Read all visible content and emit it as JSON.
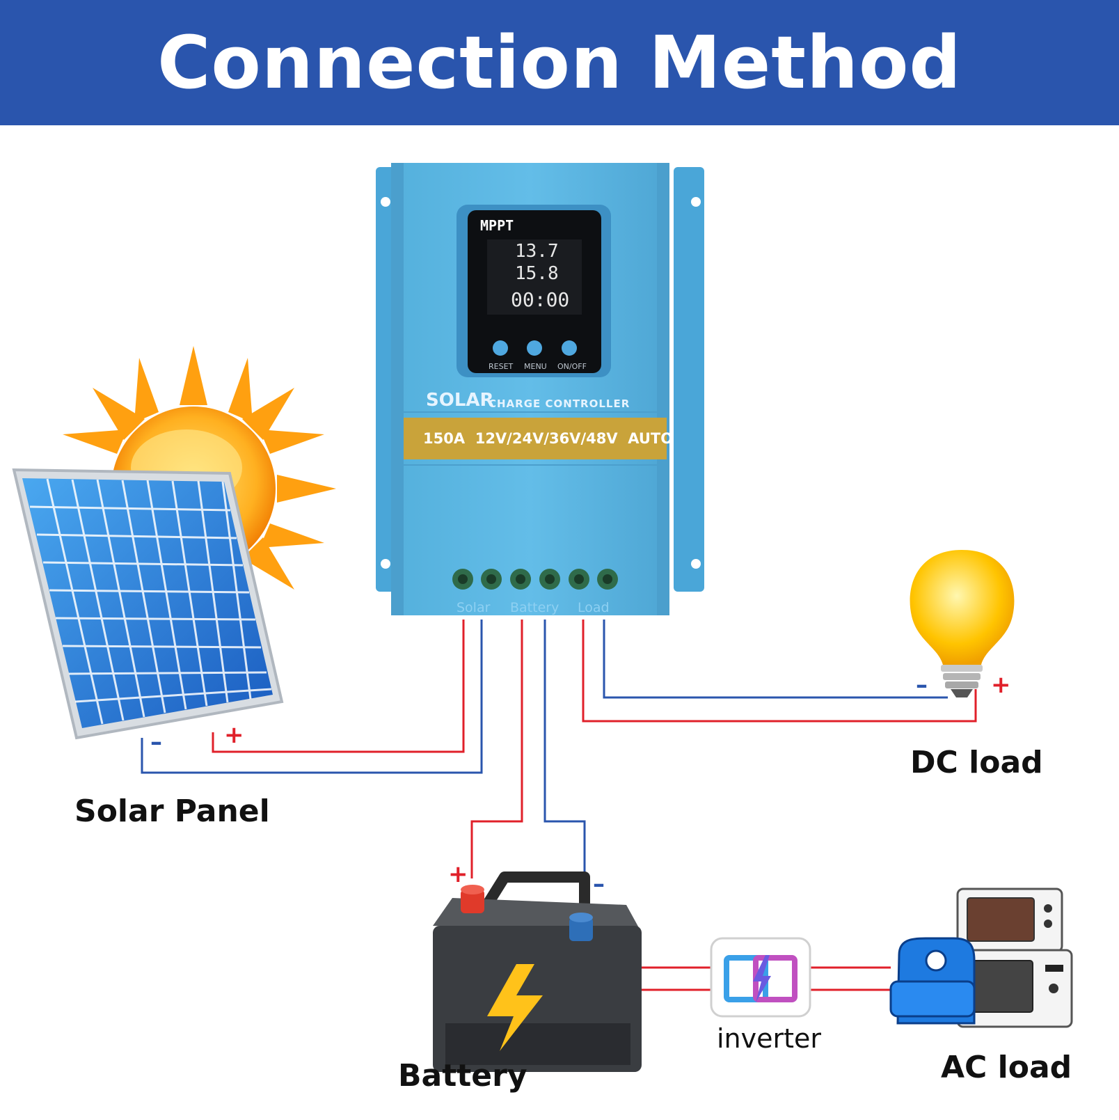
{
  "title": "Connection Method",
  "controller": {
    "lcd_brand": "MPPT",
    "battery_voltage": "13.7",
    "solar_voltage": "15.8",
    "load_time": "00:00",
    "buttons": [
      "RESET",
      "MENU",
      "ON/OFF"
    ],
    "brand_main": "SOLAR",
    "brand_sub": "CHARGE CONTROLLER",
    "rating": "150A  12V/24V/36V/48V  AUTO",
    "terminals": [
      "Solar",
      "Battery",
      "Load"
    ]
  },
  "labels": {
    "solar_panel": "Solar Panel",
    "dc_load": "DC load",
    "battery": "Battery",
    "inverter": "inverter",
    "ac_load": "AC load"
  },
  "signs": {
    "plus": "+",
    "minus": "–"
  },
  "colors": {
    "banner": "#2a55ad",
    "wire_positive": "#e0202a",
    "wire_negative": "#2a55ad",
    "controller_body": "#5cb8e4",
    "rating_strip": "#c9a33a"
  },
  "icons": [
    "sun-icon",
    "solar-panel-icon",
    "light-bulb-icon",
    "battery-icon",
    "inverter-icon",
    "toaster-oven-icon",
    "microwave-icon",
    "air-fryer-icon"
  ]
}
